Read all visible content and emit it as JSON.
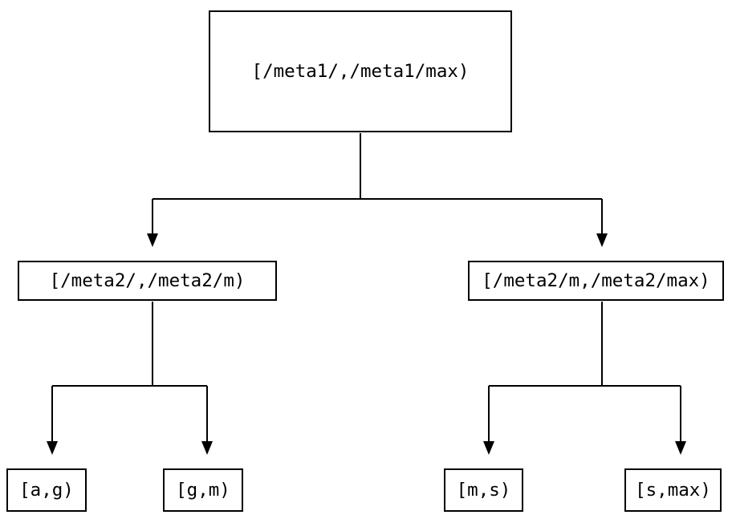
{
  "nodes": {
    "root": {
      "label": "[/meta1/,/meta1/max)"
    },
    "left": {
      "label": "[/meta2/,/meta2/m)"
    },
    "right": {
      "label": "[/meta2/m,/meta2/max)"
    },
    "leaf_ag": {
      "label": "[a,g)"
    },
    "leaf_gm": {
      "label": "[g,m)"
    },
    "leaf_ms": {
      "label": "[m,s)"
    },
    "leaf_smax": {
      "label": "[s,max)"
    }
  },
  "edges": [
    {
      "from": "root",
      "to": "left"
    },
    {
      "from": "root",
      "to": "right"
    },
    {
      "from": "left",
      "to": "leaf_ag"
    },
    {
      "from": "left",
      "to": "leaf_gm"
    },
    {
      "from": "right",
      "to": "leaf_ms"
    },
    {
      "from": "right",
      "to": "leaf_smax"
    }
  ],
  "colors": {
    "line": "#000000",
    "border": "#000000",
    "text": "#000000",
    "background": "#ffffff"
  }
}
